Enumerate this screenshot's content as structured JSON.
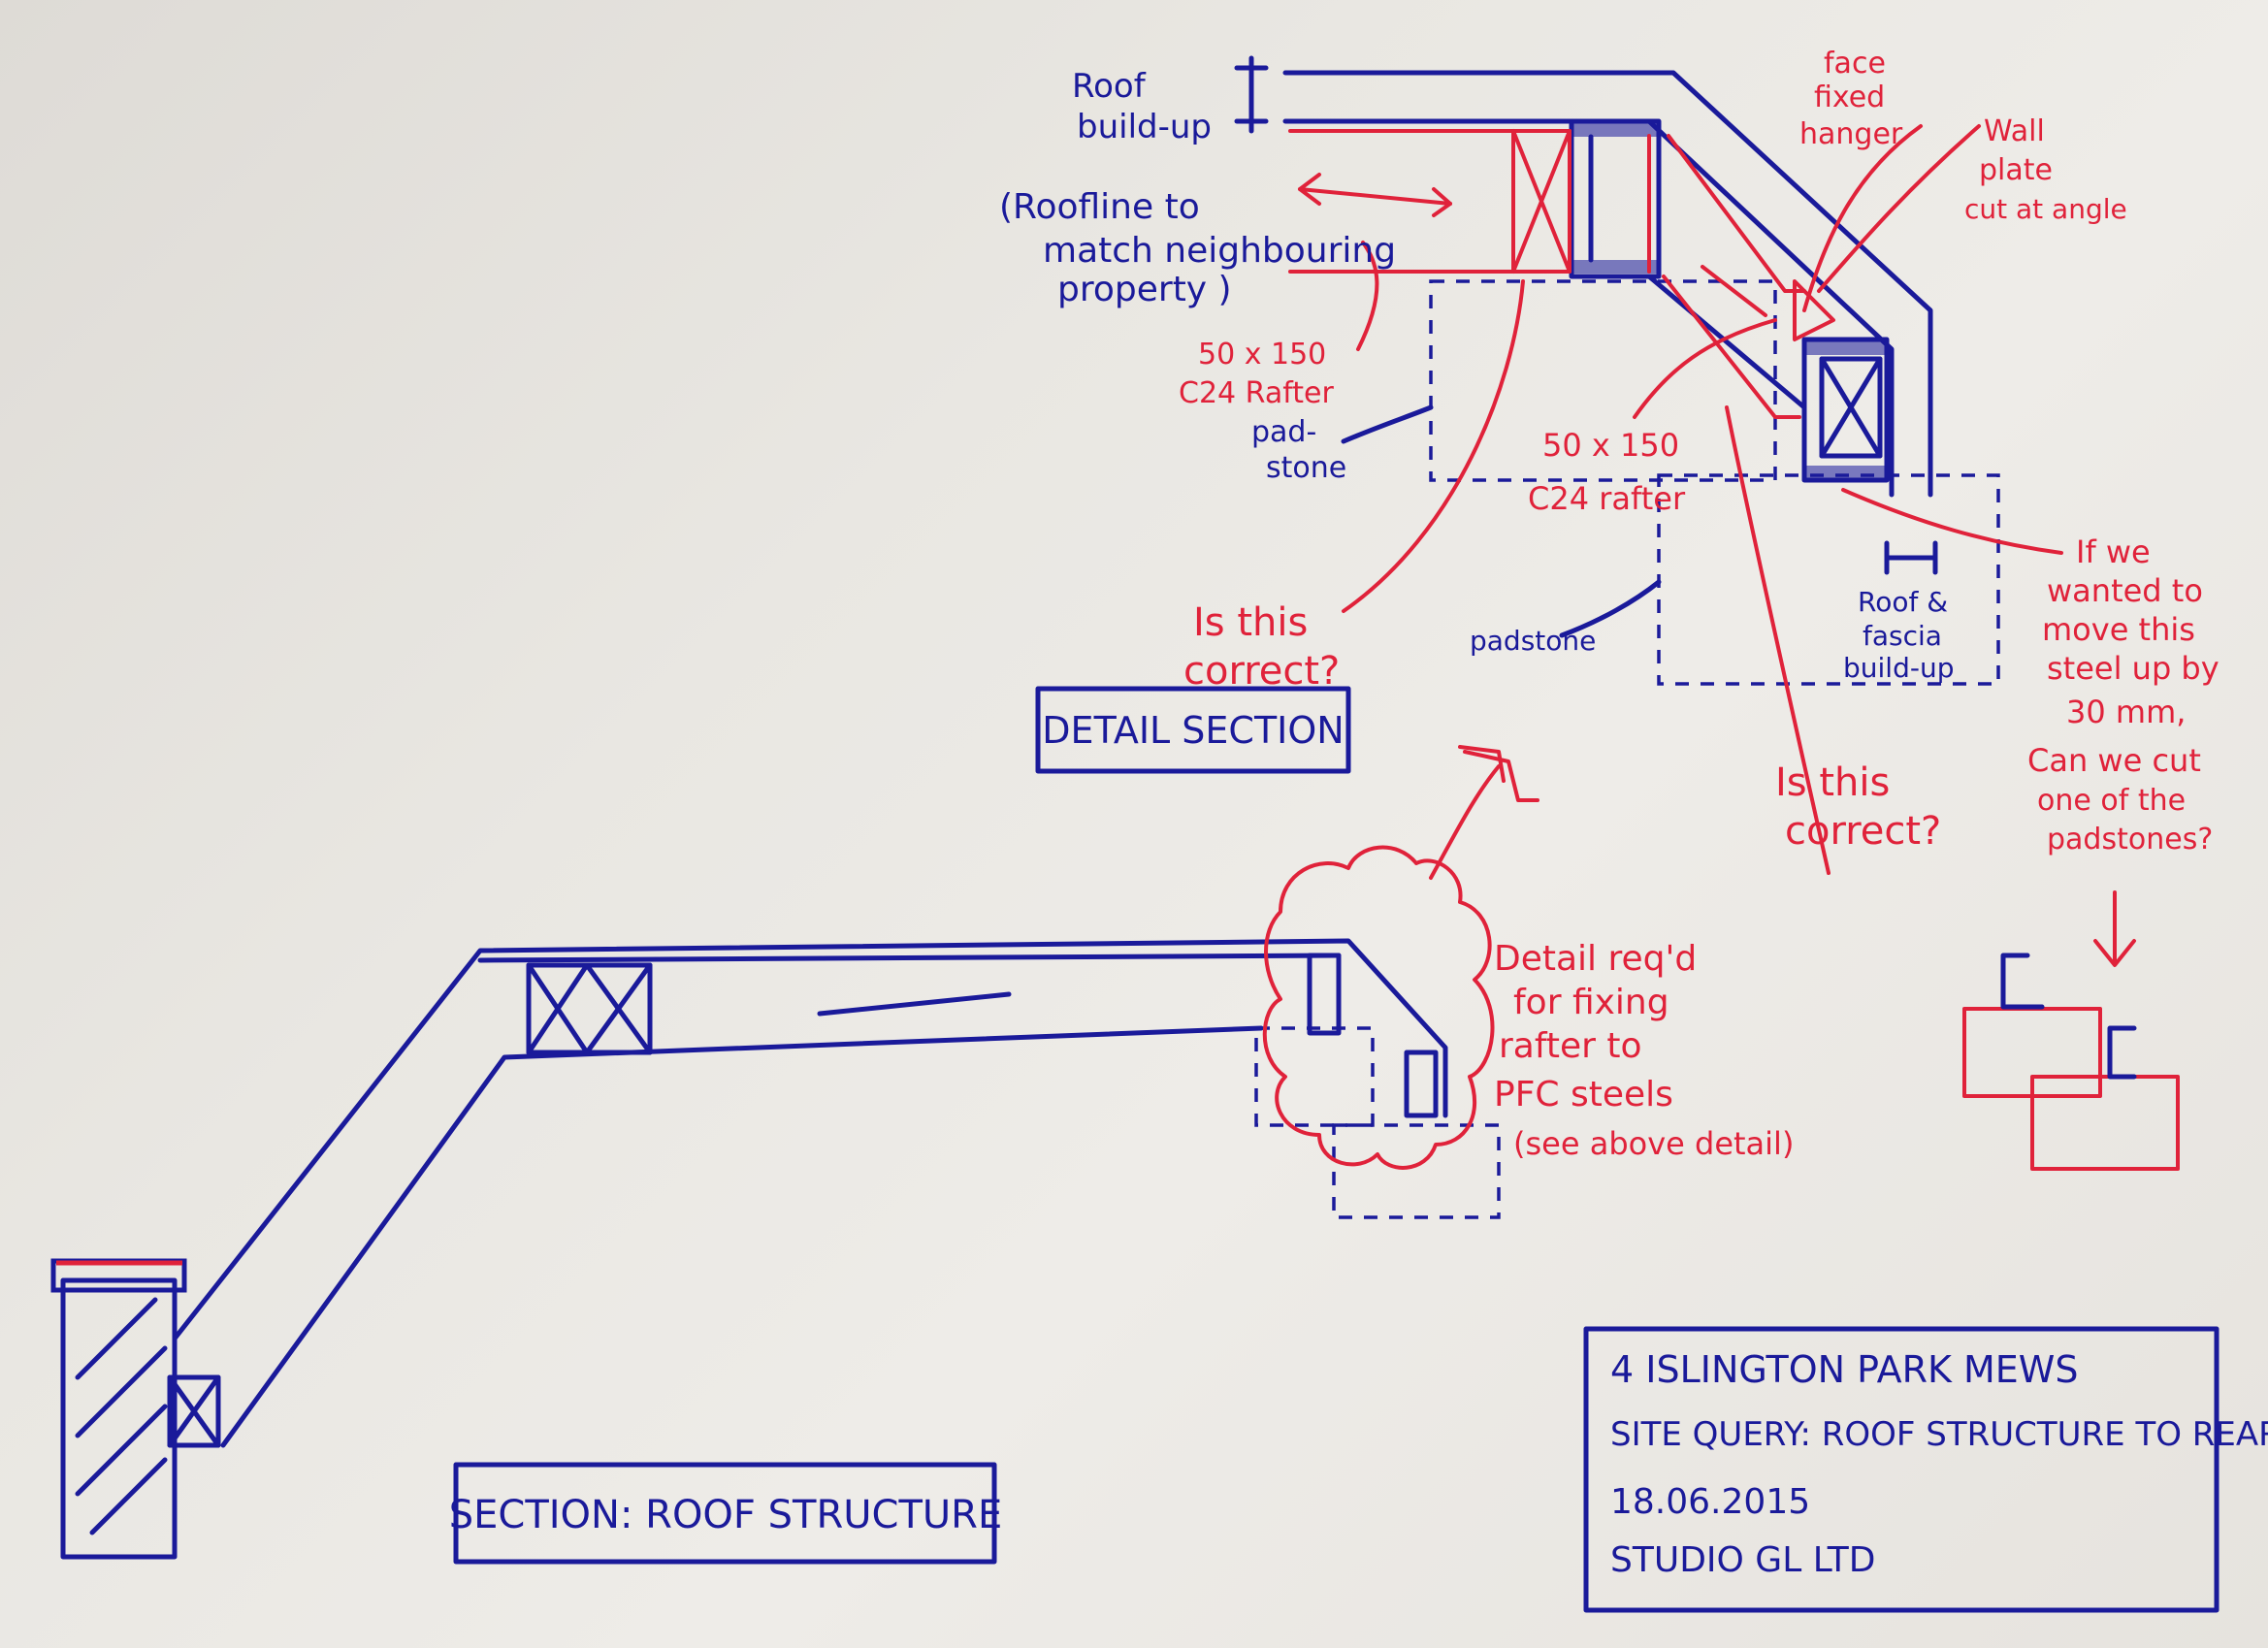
{
  "colors": {
    "paper": "#e9e7e2",
    "blue_ink": "#1a1a9a",
    "red_ink": "#e0223a"
  },
  "detail_section": {
    "label_roof_buildup": [
      "Roof",
      "build-up"
    ],
    "label_roofline": [
      "(Roofline to",
      "match neighbouring",
      "property )"
    ],
    "label_rafter_left": [
      "50 x 150",
      "C24 Rafter"
    ],
    "label_padstone_left": [
      "pad-",
      "stone"
    ],
    "label_rafter_center": [
      "50 x 150",
      "C24 rafter"
    ],
    "label_padstone_center": "padstone",
    "label_face_hanger": [
      "face",
      "fixed",
      "hanger"
    ],
    "label_wall_plate": [
      "Wall",
      "plate",
      "cut at angle"
    ],
    "label_fascia_buildup": [
      "Roof &",
      "fascia",
      "build-up"
    ],
    "query_left": [
      "Is this",
      "correct?"
    ],
    "query_center": [
      "Is this",
      "correct?"
    ],
    "query_steel": [
      "If we",
      "wanted to",
      "move this",
      "steel up by",
      "30 mm,",
      "Can we cut",
      "one of the",
      "padstones?"
    ],
    "title": "DETAIL SECTION"
  },
  "roof_section": {
    "note_detail": [
      "Detail req'd",
      "for fixing",
      "rafter to",
      "PFC steels",
      "(see above detail)"
    ],
    "title": "SECTION: ROOF STRUCTURE"
  },
  "title_block": {
    "line1": "4 ISLINGTON PARK MEWS",
    "line2": "SITE QUERY: ROOF STRUCTURE TO REAR",
    "line3": "18.06.2015",
    "line4": "STUDIO GL LTD"
  }
}
